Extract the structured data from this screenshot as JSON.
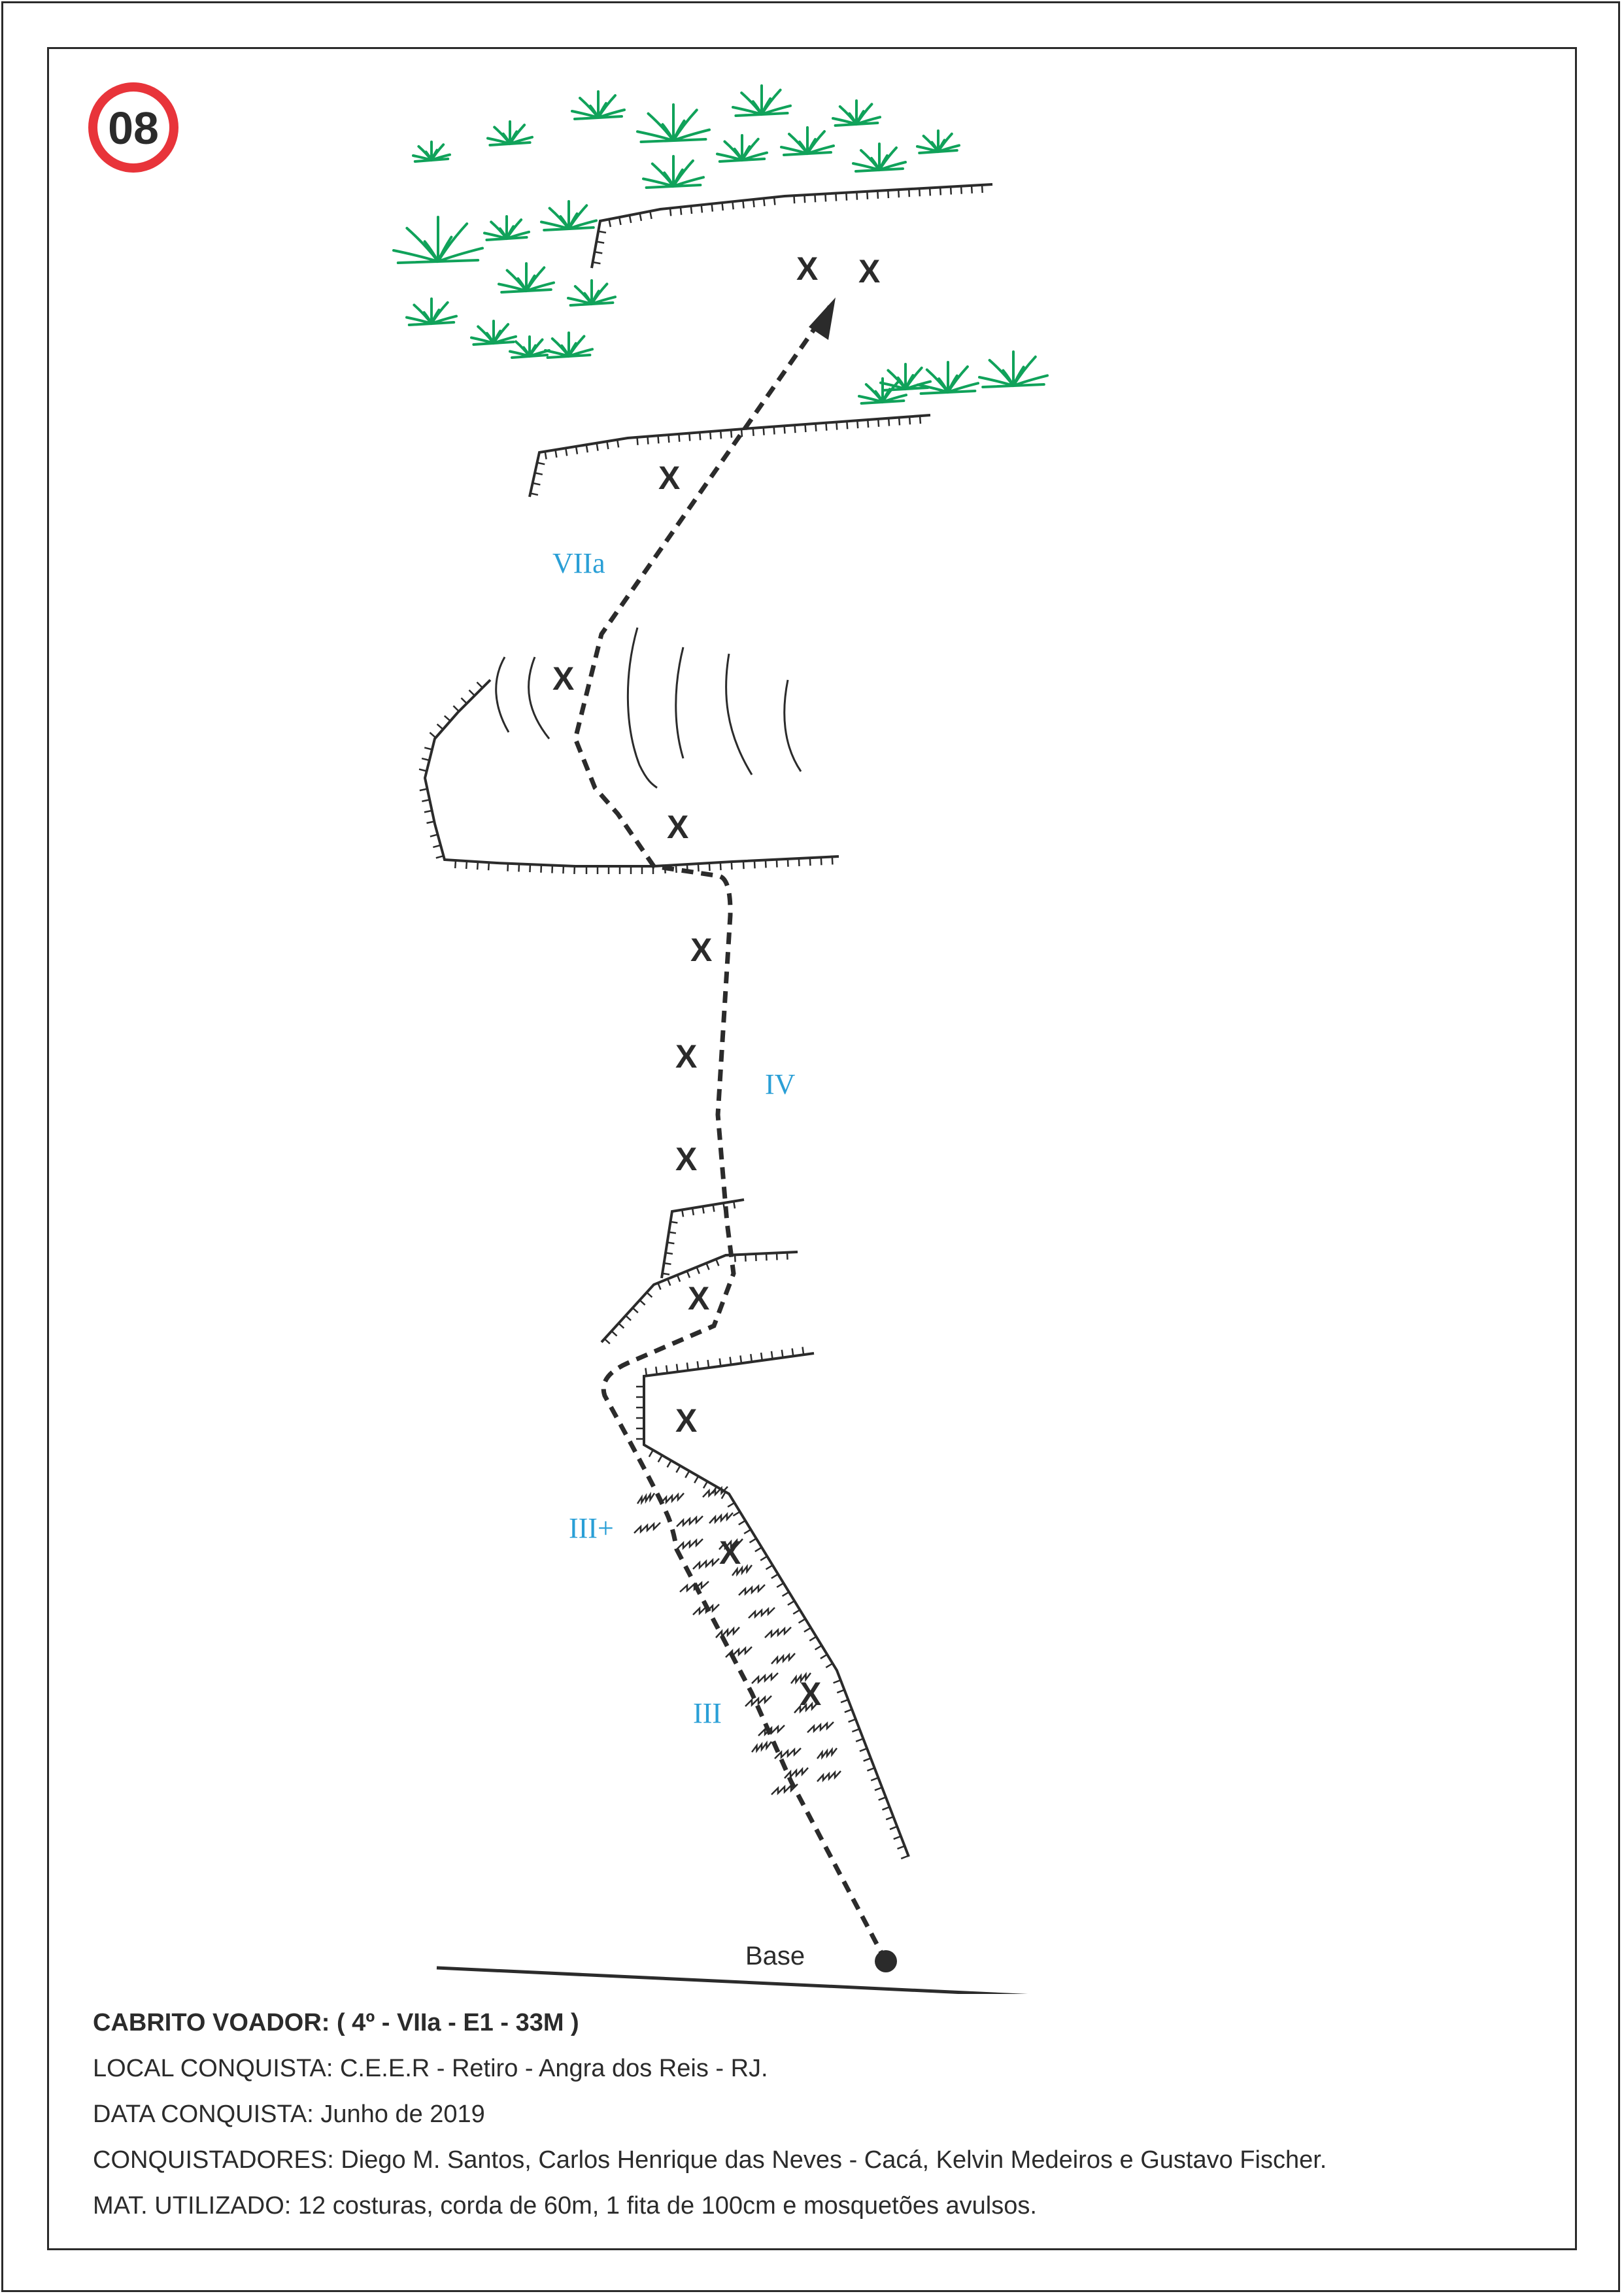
{
  "topo_number": "08",
  "colors": {
    "badge_ring": "#e8343a",
    "grade": "#2a9fd6",
    "vegetation": "#10a25a",
    "ink": "#2b2b2b"
  },
  "grades": {
    "vii_a": "VIIa",
    "iv": "IV",
    "iii_plus": "III+",
    "iii": "III"
  },
  "bolt_mark": "X",
  "base_label": "Base",
  "info": {
    "title": "CABRITO VOADOR: ( 4º - VIIa - E1 - 33M )",
    "local": "LOCAL CONQUISTA: C.E.E.R - Retiro - Angra dos Reis - RJ.",
    "data": "DATA CONQUISTA: Junho de 2019",
    "conquistadores": "CONQUISTADORES: Diego M. Santos, Carlos Henrique das Neves - Cacá, Kelvin Medeiros e Gustavo Fischer.",
    "material": "MAT. UTILIZADO: 12 costuras, corda de 60m, 1 fita de 100cm e mosquetões avulsos."
  },
  "icons": {
    "grass": "grass-tuft-icon",
    "rock_ledge": "ledge-icon",
    "crack": "crack-icon",
    "bolt": "bolt-x-icon",
    "base": "base-point-icon",
    "arrow": "arrow-head-icon"
  }
}
